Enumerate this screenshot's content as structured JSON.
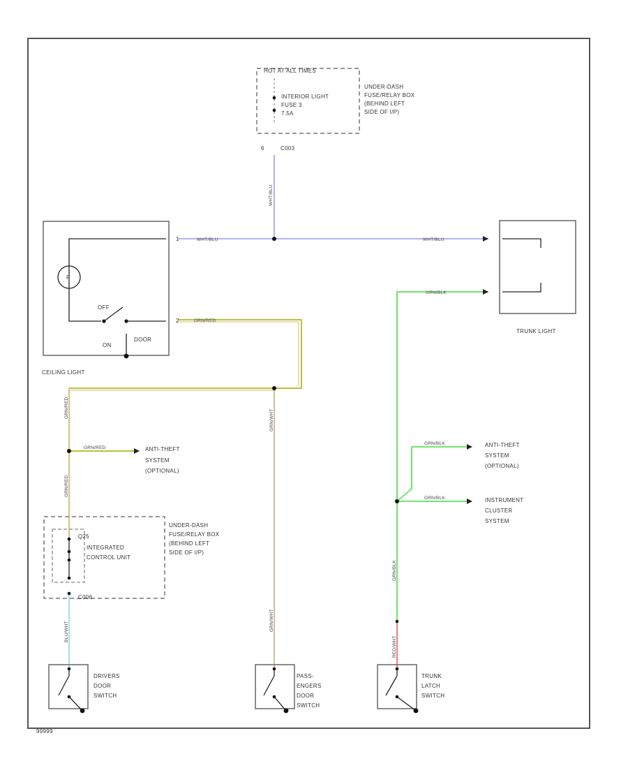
{
  "colors": {
    "wht_blu": "#9a9af0",
    "grn_red": "#b4c43c",
    "grn_red_v": "#d9c27a",
    "grn_wht": "#c6b88a",
    "grn_blk": "#5ee05e",
    "blu_wht": "#9edcdc",
    "red_wht": "#f07070",
    "frame": "#555555"
  },
  "fuse_box": {
    "header": "HOT AT ALL TIMES",
    "fuse_lines": [
      "INTERIOR LIGHT",
      "FUSE 3",
      "7.5A"
    ],
    "location_lines": [
      "UNDER-DASH",
      "FUSE/RELAY BOX",
      "(BEHIND LEFT",
      "SIDE OF I/P)"
    ],
    "pin": "6",
    "connector": "C003"
  },
  "ceiling_light": {
    "label": "CEILING LIGHT",
    "off": "OFF",
    "on": "ON",
    "door": "DOOR"
  },
  "trunk_light": {
    "label": "TRUNK LIGHT"
  },
  "anti_theft_left": [
    "ANTI-THEFT",
    "SYSTEM",
    "(OPTIONAL)"
  ],
  "anti_theft_right": [
    "ANTI-THEFT",
    "SYSTEM",
    "(OPTIONAL)"
  ],
  "instrument_cluster": [
    "INSTRUMENT",
    "CLUSTER",
    "SYSTEM"
  ],
  "icu": {
    "pin": "Q25",
    "name_lines": [
      "INTEGRATED",
      "CONTROL UNIT"
    ],
    "location_lines": [
      "UNDER-DASH",
      "FUSE/RELAY BOX",
      "(BEHIND LEFT",
      "SIDE OF I/P)"
    ],
    "connector": "C006"
  },
  "switches": {
    "driver": [
      "DRIVERS",
      "DOOR",
      "SWITCH"
    ],
    "passenger": [
      "PASS-",
      "ENGERS",
      "DOOR",
      "SWITCH"
    ],
    "trunk": [
      "TRUNK",
      "LATCH",
      "SWITCH"
    ]
  },
  "wire_labels": {
    "wht_blu": "WHT/BLU",
    "grn_red": "GRN/RED",
    "grn_wht": "GRN/WHT",
    "grn_blk": "GRN/BLK",
    "blu_wht": "BLU/WHT",
    "red_wht": "RED/WHT"
  },
  "footer_code": "99999"
}
